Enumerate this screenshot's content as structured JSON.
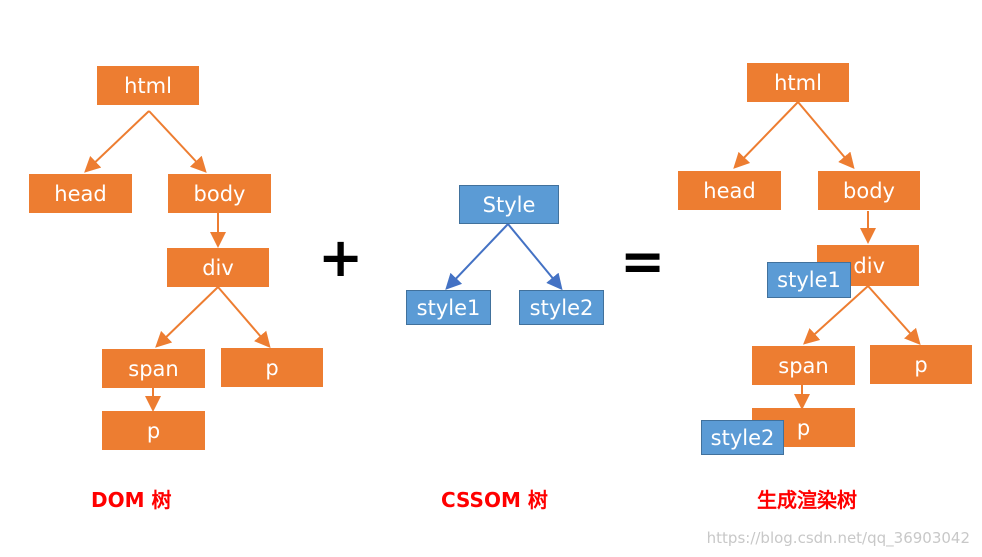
{
  "colors": {
    "dom_node": "#ed7d31",
    "cssom_node": "#5b9bd5",
    "caption": "#ff0000"
  },
  "dom_tree": {
    "html": "html",
    "head": "head",
    "body": "body",
    "div": "div",
    "span": "span",
    "p_child": "p",
    "span_p": "p"
  },
  "cssom_tree": {
    "style": "Style",
    "style1": "style1",
    "style2": "style2"
  },
  "render_tree": {
    "html": "html",
    "head": "head",
    "body": "body",
    "div": "div",
    "span": "span",
    "p_child": "p",
    "span_p": "p",
    "style1": "style1",
    "style2": "style2"
  },
  "operators": {
    "plus": "+",
    "equals": "="
  },
  "captions": {
    "dom": "DOM 树",
    "cssom": "CSSOM 树",
    "render": "生成渲染树"
  },
  "watermark": "https://blog.csdn.net/qq_36903042"
}
